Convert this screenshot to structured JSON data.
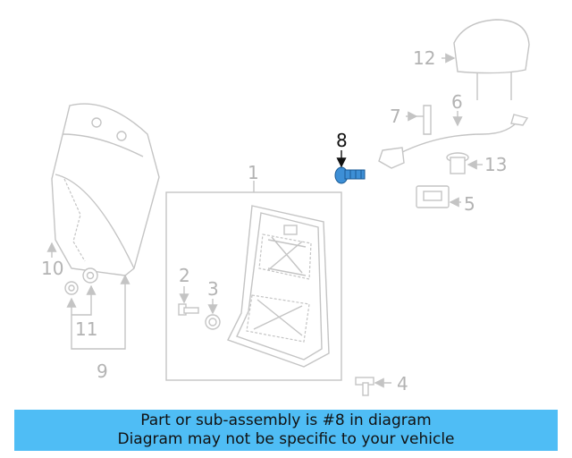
{
  "callouts": {
    "c1": "1",
    "c2": "2",
    "c3": "3",
    "c4": "4",
    "c5": "5",
    "c6": "6",
    "c7": "7",
    "c8": "8",
    "c9": "9",
    "c10": "10",
    "c11": "11",
    "c12": "12",
    "c13": "13"
  },
  "highlight_color": "#3d8fd6",
  "banner": {
    "line1": "Part or sub-assembly is #8 in diagram",
    "line2": "Diagram may not be specific to your vehicle",
    "background": "#4fbdf5"
  }
}
